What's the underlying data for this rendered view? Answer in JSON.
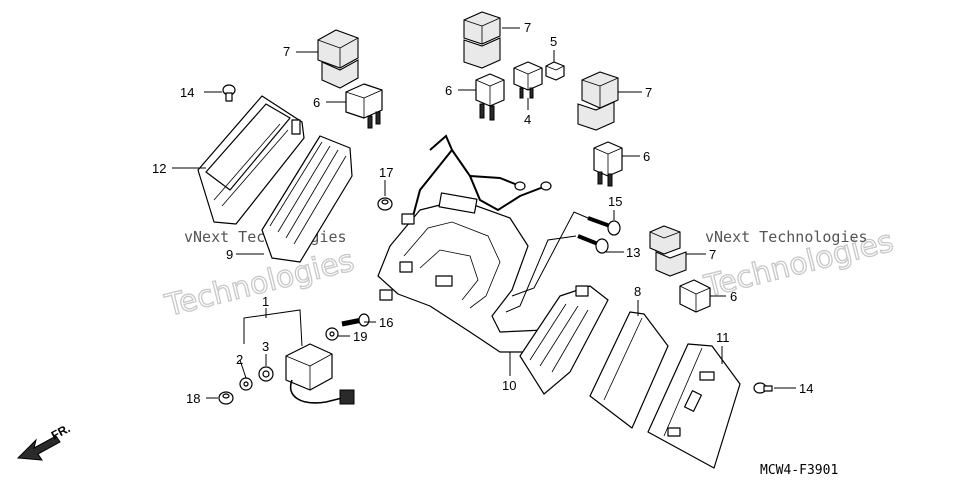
{
  "diagram": {
    "code": "MCW4-F3901",
    "direction_label": "FR.",
    "watermark_small": "vNext Technologies",
    "watermark_large": "Technologies",
    "callouts": {
      "c1": "1",
      "c2": "2",
      "c3": "3",
      "c4": "4",
      "c5": "5",
      "c6a": "6",
      "c6b": "6",
      "c6c": "6",
      "c6d": "6",
      "c7a": "7",
      "c7b": "7",
      "c7c": "7",
      "c7d": "7",
      "c8": "8",
      "c9": "9",
      "c10": "10",
      "c11": "11",
      "c12": "12",
      "c13": "13",
      "c14a": "14",
      "c14b": "14",
      "c15": "15",
      "c16": "16",
      "c17": "17",
      "c18": "18",
      "c19": "19"
    }
  }
}
